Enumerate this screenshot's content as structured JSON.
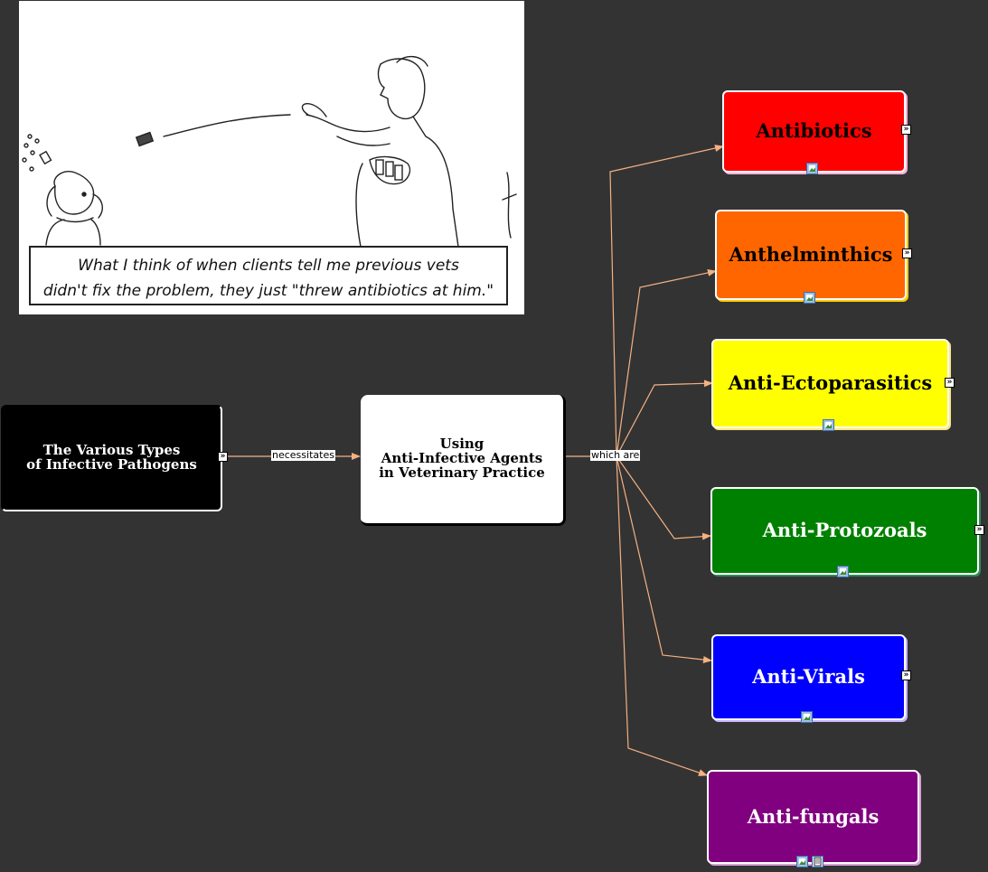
{
  "cartoon": {
    "caption_line1": "What I think of when clients tell me previous vets",
    "caption_line2": "didn't fix the problem, they just \"threw antibiotics at him.\""
  },
  "nodes": {
    "pathogens": {
      "label": "The Various Types\nof Infective Pathogens",
      "bg": "#000000",
      "fg": "#ffffff"
    },
    "center": {
      "label": "Using\nAnti-Infective Agents\nin Veterinary Practice",
      "bg": "#ffffff",
      "fg": "#000000"
    },
    "antibiotics": {
      "label": "Antibiotics",
      "bg": "#ff0000",
      "fg": "#000000"
    },
    "anthelminthics": {
      "label": "Anthelminthics",
      "bg": "#ff6600",
      "fg": "#000000"
    },
    "antiecto": {
      "label": "Anti-Ectoparasitics",
      "bg": "#ffff00",
      "fg": "#000000"
    },
    "antiprotozoals": {
      "label": "Anti-Protozoals",
      "bg": "#008000",
      "fg": "#ffffff"
    },
    "antivirals": {
      "label": "Anti-Virals",
      "bg": "#0000ff",
      "fg": "#ffffff"
    },
    "antifungals": {
      "label": "Anti-fungals",
      "bg": "#800080",
      "fg": "#ffffff"
    }
  },
  "links": {
    "necessitates": "necessitates",
    "which_are": "which are"
  },
  "colors": {
    "background": "#333333",
    "link": "#f4b183"
  }
}
